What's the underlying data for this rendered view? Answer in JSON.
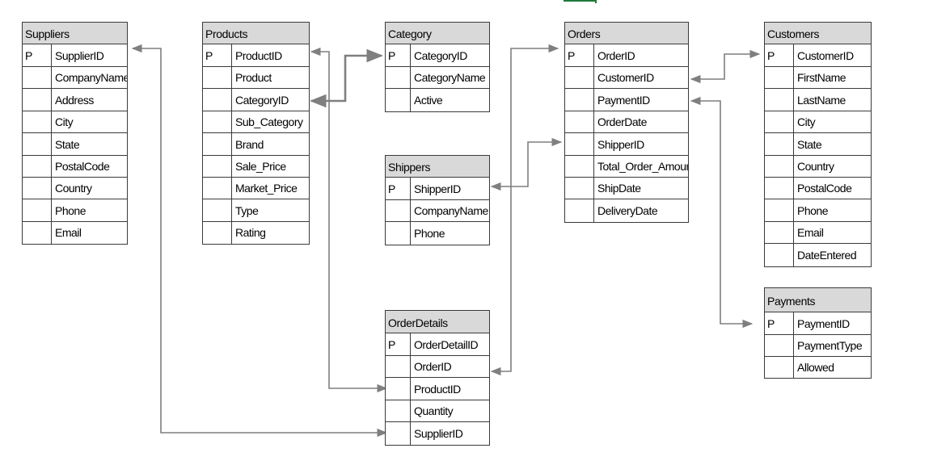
{
  "tables": [
    {
      "id": "suppliers",
      "name": "Suppliers",
      "fields": [
        {
          "key": "P",
          "name": "SupplierID"
        },
        {
          "key": "",
          "name": "CompanyName"
        },
        {
          "key": "",
          "name": "Address"
        },
        {
          "key": "",
          "name": "City"
        },
        {
          "key": "",
          "name": "State"
        },
        {
          "key": "",
          "name": "PostalCode"
        },
        {
          "key": "",
          "name": "Country"
        },
        {
          "key": "",
          "name": "Phone"
        },
        {
          "key": "",
          "name": "Email"
        }
      ]
    },
    {
      "id": "products",
      "name": "Products",
      "fields": [
        {
          "key": "P",
          "name": "ProductID"
        },
        {
          "key": "",
          "name": "Product"
        },
        {
          "key": "",
          "name": "CategoryID"
        },
        {
          "key": "",
          "name": "Sub_Category"
        },
        {
          "key": "",
          "name": "Brand"
        },
        {
          "key": "",
          "name": "Sale_Price"
        },
        {
          "key": "",
          "name": "Market_Price"
        },
        {
          "key": "",
          "name": "Type"
        },
        {
          "key": "",
          "name": "Rating"
        }
      ]
    },
    {
      "id": "category",
      "name": "Category",
      "fields": [
        {
          "key": "P",
          "name": "CategoryID"
        },
        {
          "key": "",
          "name": "CategoryName"
        },
        {
          "key": "",
          "name": "Active"
        }
      ]
    },
    {
      "id": "shippers",
      "name": "Shippers",
      "fields": [
        {
          "key": "P",
          "name": "ShipperID"
        },
        {
          "key": "",
          "name": "CompanyName"
        },
        {
          "key": "",
          "name": "Phone"
        }
      ]
    },
    {
      "id": "orderdetails",
      "name": "OrderDetails",
      "fields": [
        {
          "key": "P",
          "name": "OrderDetailID"
        },
        {
          "key": "",
          "name": "OrderID"
        },
        {
          "key": "",
          "name": "ProductID"
        },
        {
          "key": "",
          "name": "Quantity"
        },
        {
          "key": "",
          "name": "SupplierID"
        }
      ]
    },
    {
      "id": "orders",
      "name": "Orders",
      "fields": [
        {
          "key": "P",
          "name": "OrderID"
        },
        {
          "key": "",
          "name": "CustomerID"
        },
        {
          "key": "",
          "name": "PaymentID"
        },
        {
          "key": "",
          "name": "OrderDate"
        },
        {
          "key": "",
          "name": "ShipperID"
        },
        {
          "key": "",
          "name": "Total_Order_Amount"
        },
        {
          "key": "",
          "name": "ShipDate"
        },
        {
          "key": "",
          "name": "DeliveryDate"
        }
      ]
    },
    {
      "id": "customers",
      "name": "Customers",
      "fields": [
        {
          "key": "P",
          "name": "CustomerID"
        },
        {
          "key": "",
          "name": "FirstName"
        },
        {
          "key": "",
          "name": "LastName"
        },
        {
          "key": "",
          "name": "City"
        },
        {
          "key": "",
          "name": "State"
        },
        {
          "key": "",
          "name": "Country"
        },
        {
          "key": "",
          "name": "PostalCode"
        },
        {
          "key": "",
          "name": "Phone"
        },
        {
          "key": "",
          "name": "Email"
        },
        {
          "key": "",
          "name": "DateEntered"
        }
      ]
    },
    {
      "id": "payments",
      "name": "Payments",
      "fields": [
        {
          "key": "P",
          "name": "PaymentID"
        },
        {
          "key": "",
          "name": "PaymentType"
        },
        {
          "key": "",
          "name": "Allowed"
        }
      ]
    }
  ],
  "relationships": [
    {
      "from": "products.ProductID",
      "to": "orderdetails.ProductID"
    },
    {
      "from": "products.CategoryID",
      "to": "category.CategoryID"
    },
    {
      "from": "suppliers.SupplierID",
      "to": "orderdetails.SupplierID"
    },
    {
      "from": "orders.OrderID",
      "to": "orderdetails.OrderID"
    },
    {
      "from": "shippers.ShipperID",
      "to": "orders.ShipperID"
    },
    {
      "from": "customers.CustomerID",
      "to": "orders.CustomerID"
    },
    {
      "from": "payments.PaymentID",
      "to": "orders.PaymentID"
    }
  ],
  "colors": {
    "header_bg": "#d9d9d9",
    "border": "#3a3a3a",
    "connector": "#7f7f7f",
    "top_mark": "#1f7a3a"
  }
}
